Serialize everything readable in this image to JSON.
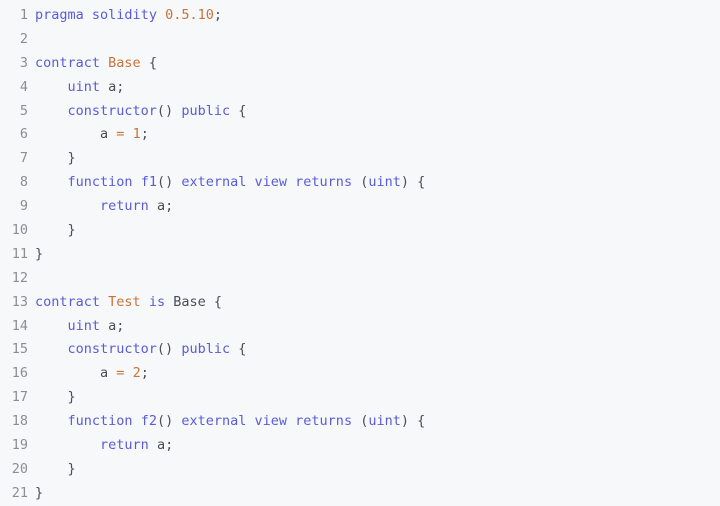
{
  "colors": {
    "background": "#f6f8fa",
    "line_number": "#8a8f96",
    "keyword": "#5a5cd6",
    "type_name": "#c8733a",
    "number": "#c8733a",
    "plain": "#4a4f57"
  },
  "lines": [
    {
      "n": "1",
      "tokens": [
        {
          "t": "kw",
          "v": "pragma"
        },
        {
          "t": "plain",
          "v": " "
        },
        {
          "t": "kw",
          "v": "solidity"
        },
        {
          "t": "plain",
          "v": " "
        },
        {
          "t": "num",
          "v": "0.5.10"
        },
        {
          "t": "plain",
          "v": ";"
        }
      ]
    },
    {
      "n": "2",
      "tokens": []
    },
    {
      "n": "3",
      "tokens": [
        {
          "t": "kw",
          "v": "contract"
        },
        {
          "t": "plain",
          "v": " "
        },
        {
          "t": "type",
          "v": "Base"
        },
        {
          "t": "plain",
          "v": " {"
        }
      ]
    },
    {
      "n": "4",
      "tokens": [
        {
          "t": "plain",
          "v": "    "
        },
        {
          "t": "kw",
          "v": "uint"
        },
        {
          "t": "plain",
          "v": " a;"
        }
      ]
    },
    {
      "n": "5",
      "tokens": [
        {
          "t": "plain",
          "v": "    "
        },
        {
          "t": "kw",
          "v": "constructor"
        },
        {
          "t": "plain",
          "v": "() "
        },
        {
          "t": "kw",
          "v": "public"
        },
        {
          "t": "plain",
          "v": " {"
        }
      ]
    },
    {
      "n": "6",
      "tokens": [
        {
          "t": "plain",
          "v": "        a "
        },
        {
          "t": "op",
          "v": "="
        },
        {
          "t": "plain",
          "v": " "
        },
        {
          "t": "num",
          "v": "1"
        },
        {
          "t": "plain",
          "v": ";"
        }
      ]
    },
    {
      "n": "7",
      "tokens": [
        {
          "t": "plain",
          "v": "    }"
        }
      ]
    },
    {
      "n": "8",
      "tokens": [
        {
          "t": "plain",
          "v": "    "
        },
        {
          "t": "kw",
          "v": "function"
        },
        {
          "t": "plain",
          "v": " "
        },
        {
          "t": "fn",
          "v": "f1"
        },
        {
          "t": "plain",
          "v": "() "
        },
        {
          "t": "kw",
          "v": "external"
        },
        {
          "t": "plain",
          "v": " "
        },
        {
          "t": "kw",
          "v": "view"
        },
        {
          "t": "plain",
          "v": " "
        },
        {
          "t": "kw",
          "v": "returns"
        },
        {
          "t": "plain",
          "v": " ("
        },
        {
          "t": "kw",
          "v": "uint"
        },
        {
          "t": "plain",
          "v": ") {"
        }
      ]
    },
    {
      "n": "9",
      "tokens": [
        {
          "t": "plain",
          "v": "        "
        },
        {
          "t": "kw",
          "v": "return"
        },
        {
          "t": "plain",
          "v": " a;"
        }
      ]
    },
    {
      "n": "10",
      "tokens": [
        {
          "t": "plain",
          "v": "    }"
        }
      ]
    },
    {
      "n": "11",
      "tokens": [
        {
          "t": "plain",
          "v": "}"
        }
      ]
    },
    {
      "n": "12",
      "tokens": []
    },
    {
      "n": "13",
      "tokens": [
        {
          "t": "kw",
          "v": "contract"
        },
        {
          "t": "plain",
          "v": " "
        },
        {
          "t": "type",
          "v": "Test"
        },
        {
          "t": "plain",
          "v": " "
        },
        {
          "t": "kw",
          "v": "is"
        },
        {
          "t": "plain",
          "v": " Base {"
        }
      ]
    },
    {
      "n": "14",
      "tokens": [
        {
          "t": "plain",
          "v": "    "
        },
        {
          "t": "kw",
          "v": "uint"
        },
        {
          "t": "plain",
          "v": " a;"
        }
      ]
    },
    {
      "n": "15",
      "tokens": [
        {
          "t": "plain",
          "v": "    "
        },
        {
          "t": "kw",
          "v": "constructor"
        },
        {
          "t": "plain",
          "v": "() "
        },
        {
          "t": "kw",
          "v": "public"
        },
        {
          "t": "plain",
          "v": " {"
        }
      ]
    },
    {
      "n": "16",
      "tokens": [
        {
          "t": "plain",
          "v": "        a "
        },
        {
          "t": "op",
          "v": "="
        },
        {
          "t": "plain",
          "v": " "
        },
        {
          "t": "num",
          "v": "2"
        },
        {
          "t": "plain",
          "v": ";"
        }
      ]
    },
    {
      "n": "17",
      "tokens": [
        {
          "t": "plain",
          "v": "    }"
        }
      ]
    },
    {
      "n": "18",
      "tokens": [
        {
          "t": "plain",
          "v": "    "
        },
        {
          "t": "kw",
          "v": "function"
        },
        {
          "t": "plain",
          "v": " "
        },
        {
          "t": "fn",
          "v": "f2"
        },
        {
          "t": "plain",
          "v": "() "
        },
        {
          "t": "kw",
          "v": "external"
        },
        {
          "t": "plain",
          "v": " "
        },
        {
          "t": "kw",
          "v": "view"
        },
        {
          "t": "plain",
          "v": " "
        },
        {
          "t": "kw",
          "v": "returns"
        },
        {
          "t": "plain",
          "v": " ("
        },
        {
          "t": "kw",
          "v": "uint"
        },
        {
          "t": "plain",
          "v": ") {"
        }
      ]
    },
    {
      "n": "19",
      "tokens": [
        {
          "t": "plain",
          "v": "        "
        },
        {
          "t": "kw",
          "v": "return"
        },
        {
          "t": "plain",
          "v": " a;"
        }
      ]
    },
    {
      "n": "20",
      "tokens": [
        {
          "t": "plain",
          "v": "    }"
        }
      ]
    },
    {
      "n": "21",
      "tokens": [
        {
          "t": "plain",
          "v": "}"
        }
      ]
    }
  ]
}
